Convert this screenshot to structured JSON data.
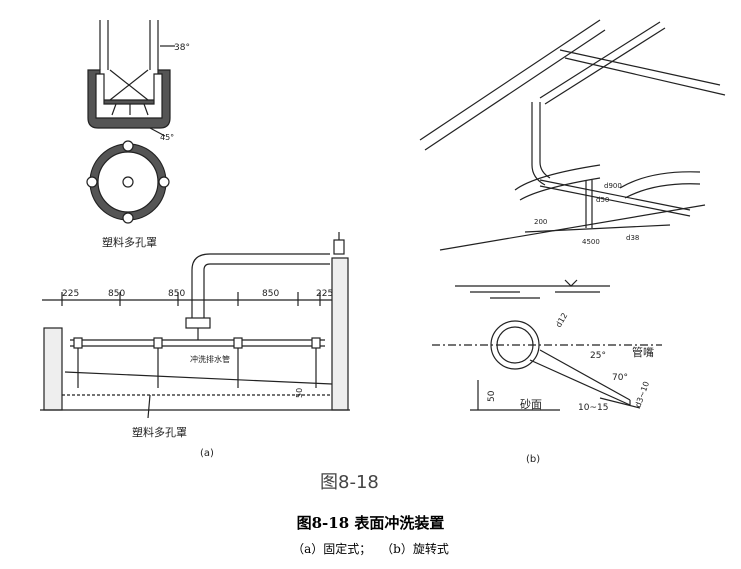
{
  "figure_a": {
    "angle_label": "38°",
    "hole_label": "45°",
    "cover_caption": "塑料多孔罩",
    "dims": [
      "225",
      "850",
      "850",
      "850",
      "225"
    ],
    "pipe_label": "冲洗排水管",
    "depth_label": "50",
    "bottom_caption": "塑料多孔罩",
    "panel_label": "(a)"
  },
  "figure_b": {
    "dim_top": "d900",
    "dim_d50": "d50",
    "dim_200": "200",
    "dim_4500": "4500",
    "dim_d38": "d38",
    "dim_d12": "d12",
    "angle_25": "25°",
    "nozzle_label": "管嘴",
    "angle_70": "70°",
    "dim_d3_10": "d3~10",
    "dim_50": "50",
    "sand_label": "砂面",
    "dim_10_15": "10~15",
    "panel_label": "(b)"
  },
  "handwritten_label": "图8-18",
  "caption": {
    "title": "图8-18  表面冲洗装置",
    "part_a": "（a）固定式；",
    "part_b": "（b）旋转式"
  }
}
